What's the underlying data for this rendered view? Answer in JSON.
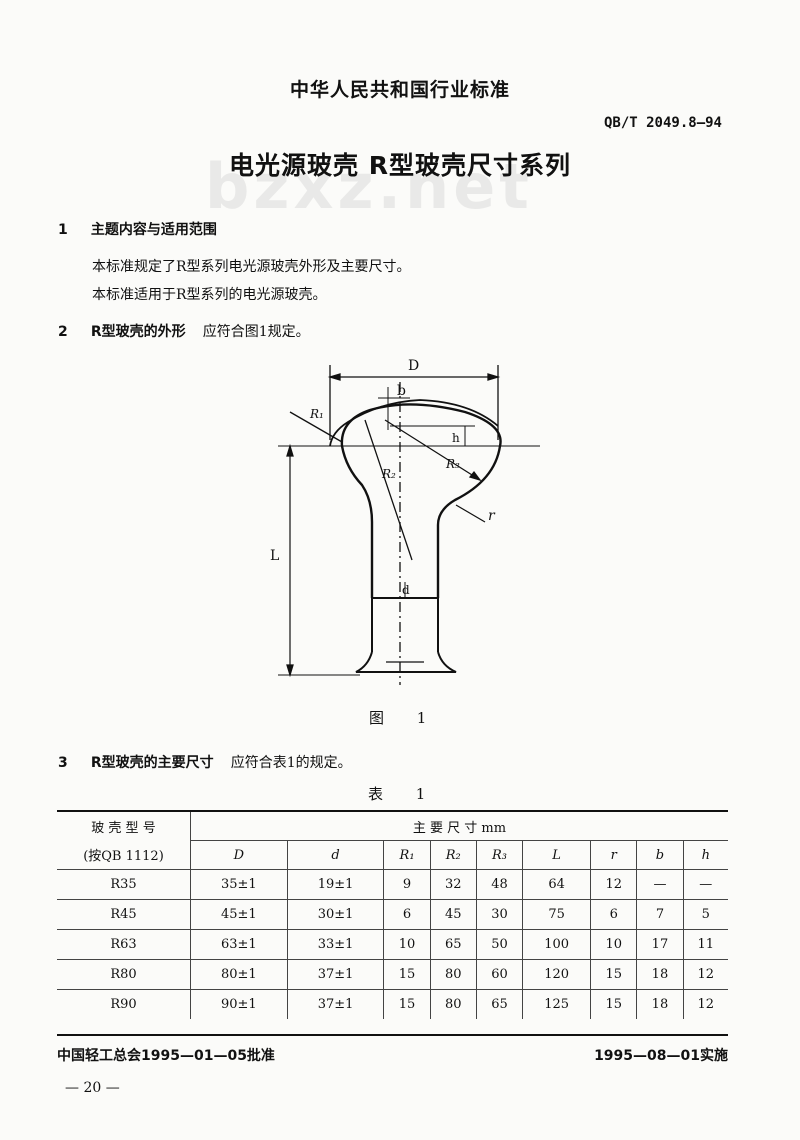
{
  "header": {
    "category": "中华人民共和国行业标准",
    "standard_number": "QB/T 2049.8—94",
    "title": "电光源玻壳   R型玻壳尺寸系列",
    "watermark": "bzxz.net"
  },
  "section1": {
    "num": "1",
    "heading": "主题内容与适用范围",
    "para1": "本标准规定了R型系列电光源玻壳外形及主要尺寸。",
    "para2": "本标准适用于R型系列的电光源玻壳。"
  },
  "section2": {
    "num": "2",
    "heading": "R型玻壳的外形",
    "text": "应符合图1规定。"
  },
  "figure": {
    "label_D": "D",
    "label_b": "b",
    "label_h": "h",
    "label_R1": "R₁",
    "label_R2": "R₂",
    "label_R3": "R₃",
    "label_r": "r",
    "label_L": "L",
    "label_d": "d",
    "caption": "图  1"
  },
  "section3": {
    "num": "3",
    "heading": "R型玻壳的主要尺寸",
    "text": "应符合表1的规定。"
  },
  "table": {
    "caption": "表  1",
    "model_header_1": "玻 壳 型 号",
    "model_header_2": "(按QB 1112)",
    "group_header": "主          要          尺          寸     mm",
    "columns": [
      "D",
      "d",
      "R₁",
      "R₂",
      "R₃",
      "L",
      "r",
      "b",
      "h"
    ],
    "rows": [
      {
        "model": "R35",
        "cells": [
          "35±1",
          "19±1",
          "9",
          "32",
          "48",
          "64",
          "12",
          "—",
          "—"
        ]
      },
      {
        "model": "R45",
        "cells": [
          "45±1",
          "30±1",
          "6",
          "45",
          "30",
          "75",
          "6",
          "7",
          "5"
        ]
      },
      {
        "model": "R63",
        "cells": [
          "63±1",
          "33±1",
          "10",
          "65",
          "50",
          "100",
          "10",
          "17",
          "11"
        ]
      },
      {
        "model": "R80",
        "cells": [
          "80±1",
          "37±1",
          "15",
          "80",
          "60",
          "120",
          "15",
          "18",
          "12"
        ]
      },
      {
        "model": "R90",
        "cells": [
          "90±1",
          "37±1",
          "15",
          "80",
          "65",
          "125",
          "15",
          "18",
          "12"
        ]
      }
    ]
  },
  "footer": {
    "approval": "中国轻工总会1995—01—05批准",
    "implementation": "1995—08—01实施",
    "page": "— 20 —"
  }
}
